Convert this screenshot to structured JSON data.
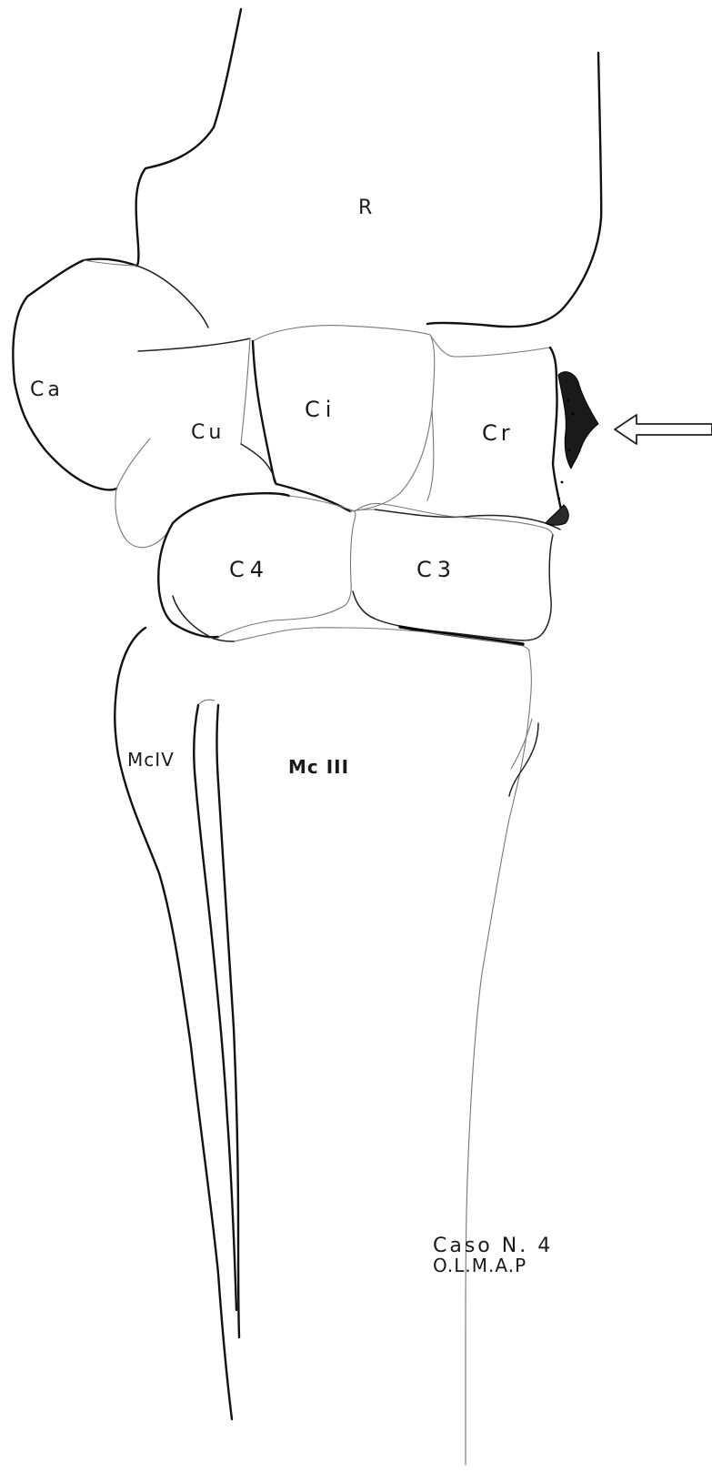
{
  "figure": {
    "labels": {
      "radius": "R",
      "accessory_carpal": "Ca",
      "ulnar_carpal": "Cu",
      "intermediate_carpal": "Ci",
      "radial_carpal": "Cr",
      "fourth_carpal": "C4",
      "third_carpal": "C3",
      "fourth_metacarpal": "McIV",
      "third_metacarpal": "Mc III"
    },
    "caption": {
      "line1": "Caso N. 4",
      "line2": "O.L.M.A.P"
    },
    "pointer": "arrow-left",
    "lesion_marker": "radial-carpal-fracture-fragment"
  }
}
